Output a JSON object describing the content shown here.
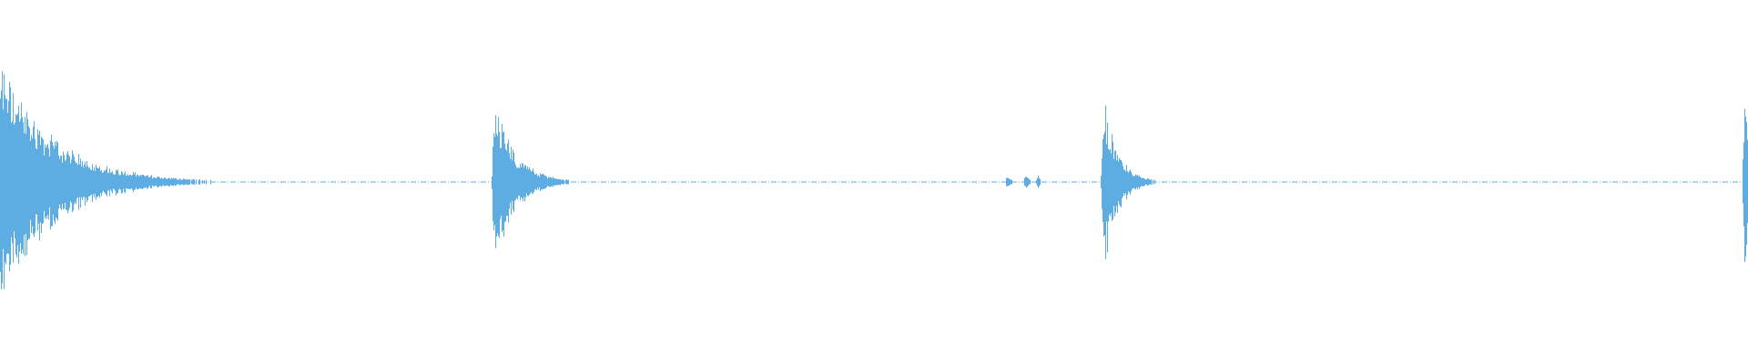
{
  "waveform": {
    "color": "#5dade2",
    "background": "#ffffff",
    "amplitude_range": [
      -1,
      1
    ],
    "duration_fraction_range": [
      0,
      1
    ],
    "noise_floor": 0.008,
    "transients": [
      {
        "name": "transient-1",
        "position": 0.0,
        "peak": 0.72,
        "decay": 0.03
      },
      {
        "name": "transient-2",
        "position": 0.2827,
        "peak": 0.5,
        "decay": 0.012
      },
      {
        "name": "blip-1",
        "position": 0.5765,
        "peak": 0.05,
        "decay": 0.002
      },
      {
        "name": "blip-2",
        "position": 0.587,
        "peak": 0.05,
        "decay": 0.002
      },
      {
        "name": "blip-3",
        "position": 0.594,
        "peak": 0.04,
        "decay": 0.002
      },
      {
        "name": "transient-3",
        "position": 0.6314,
        "peak": 0.55,
        "decay": 0.008
      },
      {
        "name": "transient-4",
        "position": 0.9985,
        "peak": 0.58,
        "decay": 0.01
      }
    ]
  }
}
